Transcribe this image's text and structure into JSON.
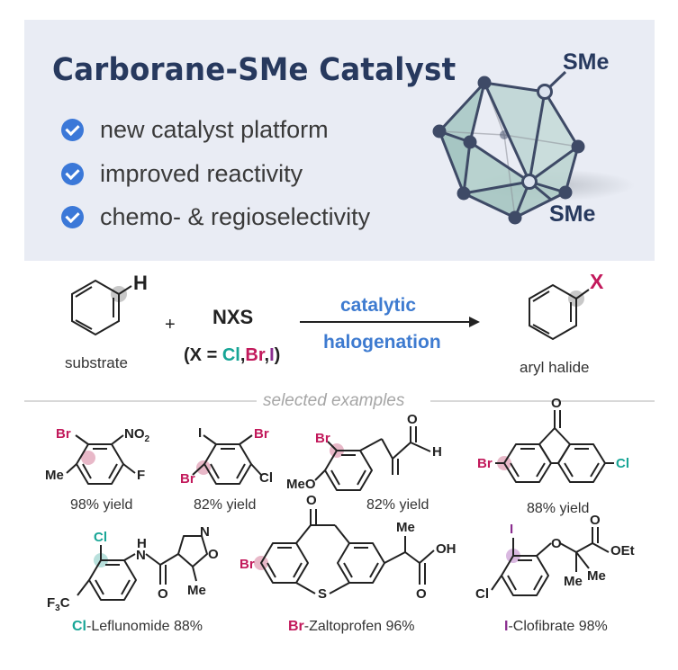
{
  "header": {
    "title": "Carborane-SMe Catalyst",
    "bullets": [
      "new catalyst platform",
      "improved reactivity",
      "chemo- & regioselectivity"
    ],
    "cluster_labels": [
      "SMe",
      "SMe"
    ]
  },
  "reaction": {
    "substrate_atom": "H",
    "substrate_label": "substrate",
    "plus": "+",
    "reagent": "NXS",
    "x_def_open": "(",
    "x_def_x": "X",
    "x_def_eq": " = ",
    "x_cl": "Cl",
    "x_br": "Br",
    "x_i": "I",
    "comma": ",",
    "x_def_close": ")",
    "arrow_top": "catalytic",
    "arrow_bottom": "halogenation",
    "product_atom": "X",
    "product_label": "aryl halide"
  },
  "examples": {
    "heading": "selected examples",
    "items": [
      {
        "atoms": [
          "Br",
          "NO",
          "2",
          "Me",
          "F"
        ],
        "caption": "98% yield"
      },
      {
        "atoms": [
          "I",
          "Br",
          "Br",
          "Cl"
        ],
        "caption": "82% yield"
      },
      {
        "atoms": [
          "Br",
          "O",
          "H",
          "MeO"
        ],
        "caption": "82% yield"
      },
      {
        "atoms": [
          "O",
          "Br",
          "Cl"
        ],
        "caption": "88% yield"
      },
      {
        "atoms": [
          "Cl",
          "H",
          "N",
          "N",
          "O",
          "O",
          "Me",
          "F",
          "3",
          "C"
        ],
        "halogen": "Cl",
        "name": "-Leflunomide 88%"
      },
      {
        "atoms": [
          "O",
          "Br",
          "S",
          "Me",
          "OH",
          "O"
        ],
        "halogen": "Br",
        "name": "-Zaltoprofen 96%"
      },
      {
        "atoms": [
          "I",
          "O",
          "O",
          "OEt",
          "Cl",
          "Me",
          "Me"
        ],
        "halogen": "I",
        "name": "-Clofibrate 98%"
      }
    ]
  },
  "colors": {
    "title": "#27395e",
    "check": "#3b78d8",
    "panel": "#e9ecf4",
    "chlorine": "#17a596",
    "bromine": "#c2195b",
    "iodine": "#8a2d8f",
    "arrow_text": "#3e7bd0"
  }
}
